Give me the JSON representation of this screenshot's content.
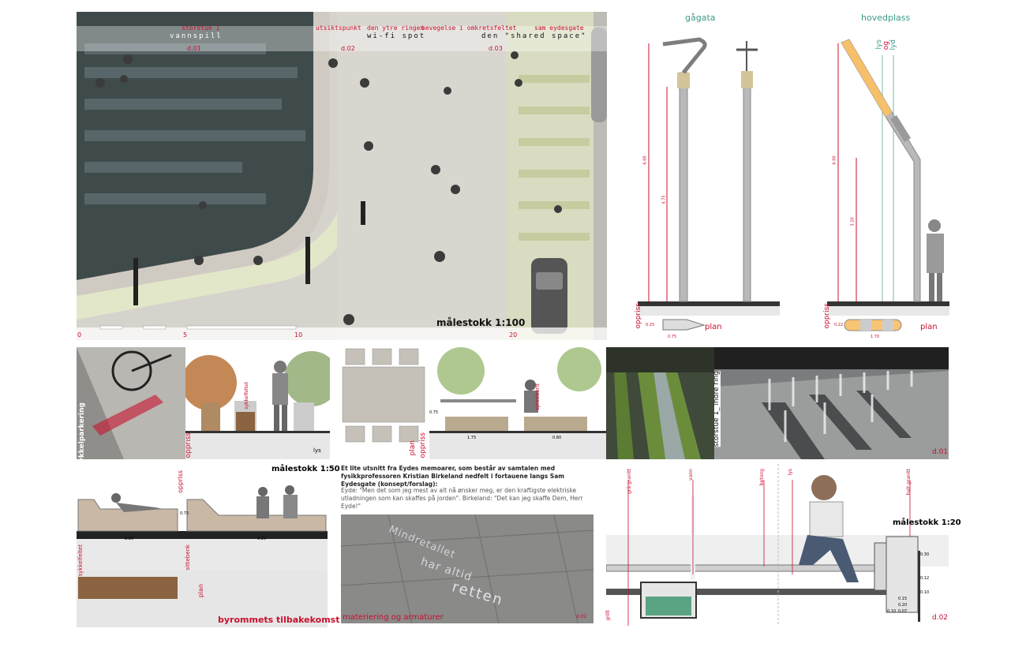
{
  "plan": {
    "labels_top": [
      "storstue 1",
      "utsiktspunkt",
      "den ytre ringen",
      "bevegelse i omkretsfeltet",
      "sam eydesgate"
    ],
    "labels_mid": [
      "vannspill",
      "wi-fi spot",
      "den \"shared space\""
    ],
    "codes": [
      "d.01",
      "d.02",
      "d.03"
    ],
    "scale": "målestokk 1:100",
    "scalebar": [
      "0",
      "5",
      "10",
      "20"
    ]
  },
  "lamps": {
    "title_left": "gågata",
    "title_right": "hovedplass",
    "left_dims": [
      "6.00",
      "4.75"
    ],
    "right_dims": [
      "6.00",
      "3.20"
    ],
    "right_top_labels": [
      "lys",
      "og",
      "lyd"
    ],
    "oppriss": "oppriss",
    "plan": "plan",
    "left_plan_dims": [
      "0.25",
      "0.75"
    ],
    "right_plan_dims": [
      "0.22",
      "1.70"
    ]
  },
  "row2": {
    "sykkel": "sykkelparkering",
    "sykkel_small": "sykkelfeltet",
    "oppriss": "oppriss",
    "lys": "lys",
    "table_label": "spisebord",
    "table_plan": "plan",
    "table_oppriss": "oppriss",
    "table_dims": [
      "1.75",
      "0.80",
      "0.75"
    ],
    "storstue": "storstue 1_ indre ring",
    "code": "d.01"
  },
  "row3": {
    "scale": "målestokk 1:50",
    "oppriss": "oppriss",
    "plan": "plan",
    "dims": [
      "2.20",
      "3.20",
      "0.75"
    ],
    "label_left": "sykkelfeltet",
    "label_mid": "sittebenk",
    "footer": "byrommets tilbakekomst",
    "text_head": "Et lite utsnitt fra Eydes memoarer, som består av samtalen med fysikkprofessoren Kristian Birkeland nedfelt i fortauene langs Sam Eydesgate (konsept/forslag):",
    "text_body": "Eyde: \"Men det som jeg mest av alt nå ønsker meg, er den kraftigste elektriske utladningen som kan skaffes på jorden\". Birkeland: \"Det kan jeg skaffe Dem, Herr Eyde!\"",
    "stone_words": [
      "Mindretallet",
      "har altid",
      "retten"
    ],
    "photo_caption": "materiering og armaturer",
    "photo_code": "d.02",
    "section_labels": [
      "grå granitt",
      "vann",
      "betong",
      "lys",
      "hvit granitt",
      "grillt"
    ],
    "section_scale": "målestokk 1:20",
    "section_code": "d.02",
    "section_dims": [
      "0.30",
      "0.12",
      "0.10",
      "0.15",
      "0.20",
      "0.10",
      "0.07"
    ]
  },
  "colors": {
    "accent_red": "#c8102e",
    "accent_teal": "#3a9a86"
  }
}
